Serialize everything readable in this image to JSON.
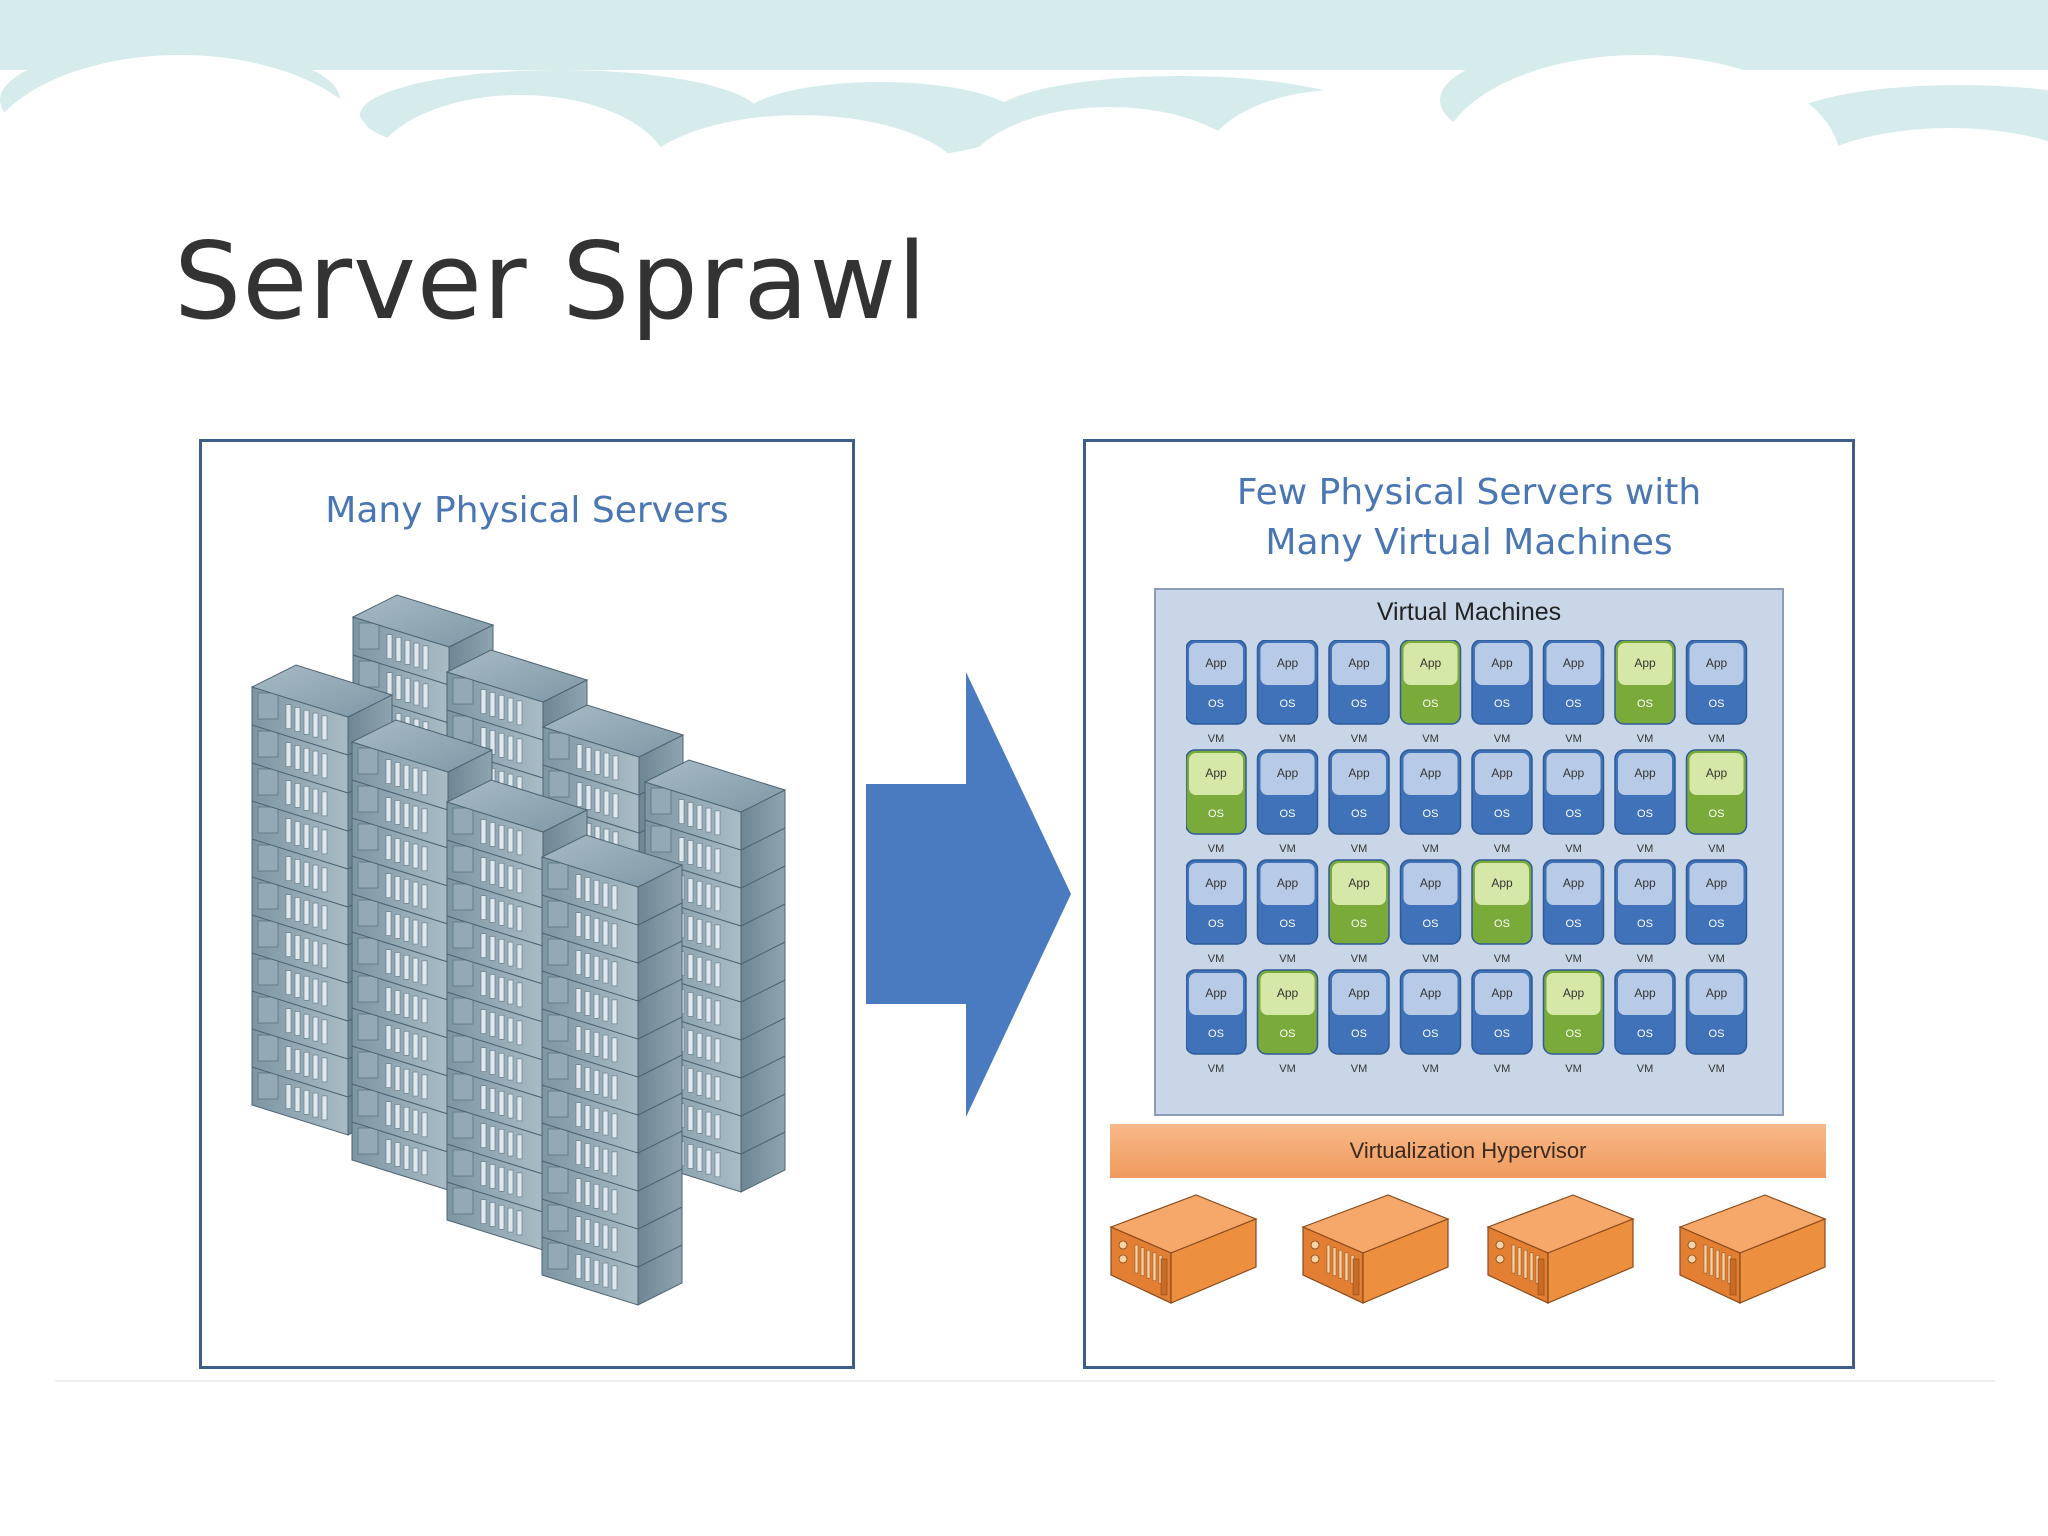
{
  "slide": {
    "title": "Server Sprawl"
  },
  "left_panel": {
    "title": "Many Physical Servers",
    "icon": "server-rack-stack-icon"
  },
  "arrow": {
    "icon": "right-arrow-icon",
    "color": "#4a7bc0"
  },
  "right_panel": {
    "title_line1": "Few Physical Servers with",
    "title_line2": "Many Virtual Machines",
    "vm_area_title": "Virtual Machines",
    "vm_labels": {
      "app": "App",
      "os": "OS",
      "vm": "VM"
    },
    "vm_rows": [
      [
        "blue",
        "blue",
        "blue",
        "green",
        "blue",
        "blue",
        "green",
        "blue"
      ],
      [
        "green",
        "blue",
        "blue",
        "blue",
        "blue",
        "blue",
        "blue",
        "green"
      ],
      [
        "blue",
        "blue",
        "green",
        "blue",
        "green",
        "blue",
        "blue",
        "blue"
      ],
      [
        "blue",
        "green",
        "blue",
        "blue",
        "blue",
        "green",
        "blue",
        "blue"
      ]
    ],
    "hypervisor_label": "Virtualization Hypervisor",
    "physical_server_icon": "orange-server-icon"
  },
  "colors": {
    "cloud": "#d6ecec",
    "panel_border": "#3f5c8a",
    "title_blue": "#4a77b4",
    "vm_blue_top": "#b8cbe6",
    "vm_blue_bottom": "#3f72b8",
    "vm_green_top": "#d5e8a8",
    "vm_green_bottom": "#7aab3a",
    "hypervisor": "#f4a66f",
    "server_orange": "#e98a3c",
    "server_gray": "#8fa6b4"
  }
}
